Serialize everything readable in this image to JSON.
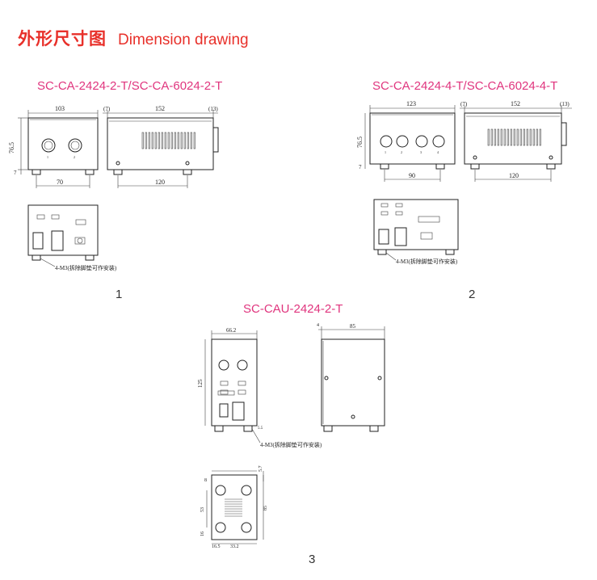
{
  "header": {
    "title_cn": "外形尺寸图",
    "title_en": "Dimension drawing"
  },
  "drawings": [
    {
      "model": "SC-CA-2424-2-T/SC-CA-6024-2-T",
      "number": "1",
      "dims": {
        "width": "103",
        "depth": "152",
        "offset": "(7)",
        "knob": "(13)",
        "height": "76.5",
        "foot_h": "7",
        "foot_span": "70",
        "side_span": "120"
      },
      "knobs": [
        "1",
        "2"
      ],
      "note": "4-M3(拆除脚垫可作安装)"
    },
    {
      "model": "SC-CA-2424-4-T/SC-CA-6024-4-T",
      "number": "2",
      "dims": {
        "width": "123",
        "depth": "152",
        "offset": "(7)",
        "knob": "(13)",
        "height": "76.5",
        "foot_h": "7",
        "foot_span": "90",
        "side_span": "120"
      },
      "knobs": [
        "1",
        "2",
        "3",
        "4"
      ],
      "note": "4-M3(拆除脚垫可作安装)"
    },
    {
      "model": "SC-CAU-2424-2-T",
      "number": "3",
      "dims": {
        "width": "66.2",
        "depth": "85",
        "offset": "4",
        "height": "125",
        "bottom_side": "85",
        "bottom_top": "5.7",
        "bottom_a": "53",
        "bottom_b": "16",
        "bottom_x1": "16.5",
        "bottom_x2": "33.2",
        "bottom_left": "8",
        "foot": "5.5"
      },
      "note": "4-M3(拆除脚垫可作安装)"
    }
  ]
}
